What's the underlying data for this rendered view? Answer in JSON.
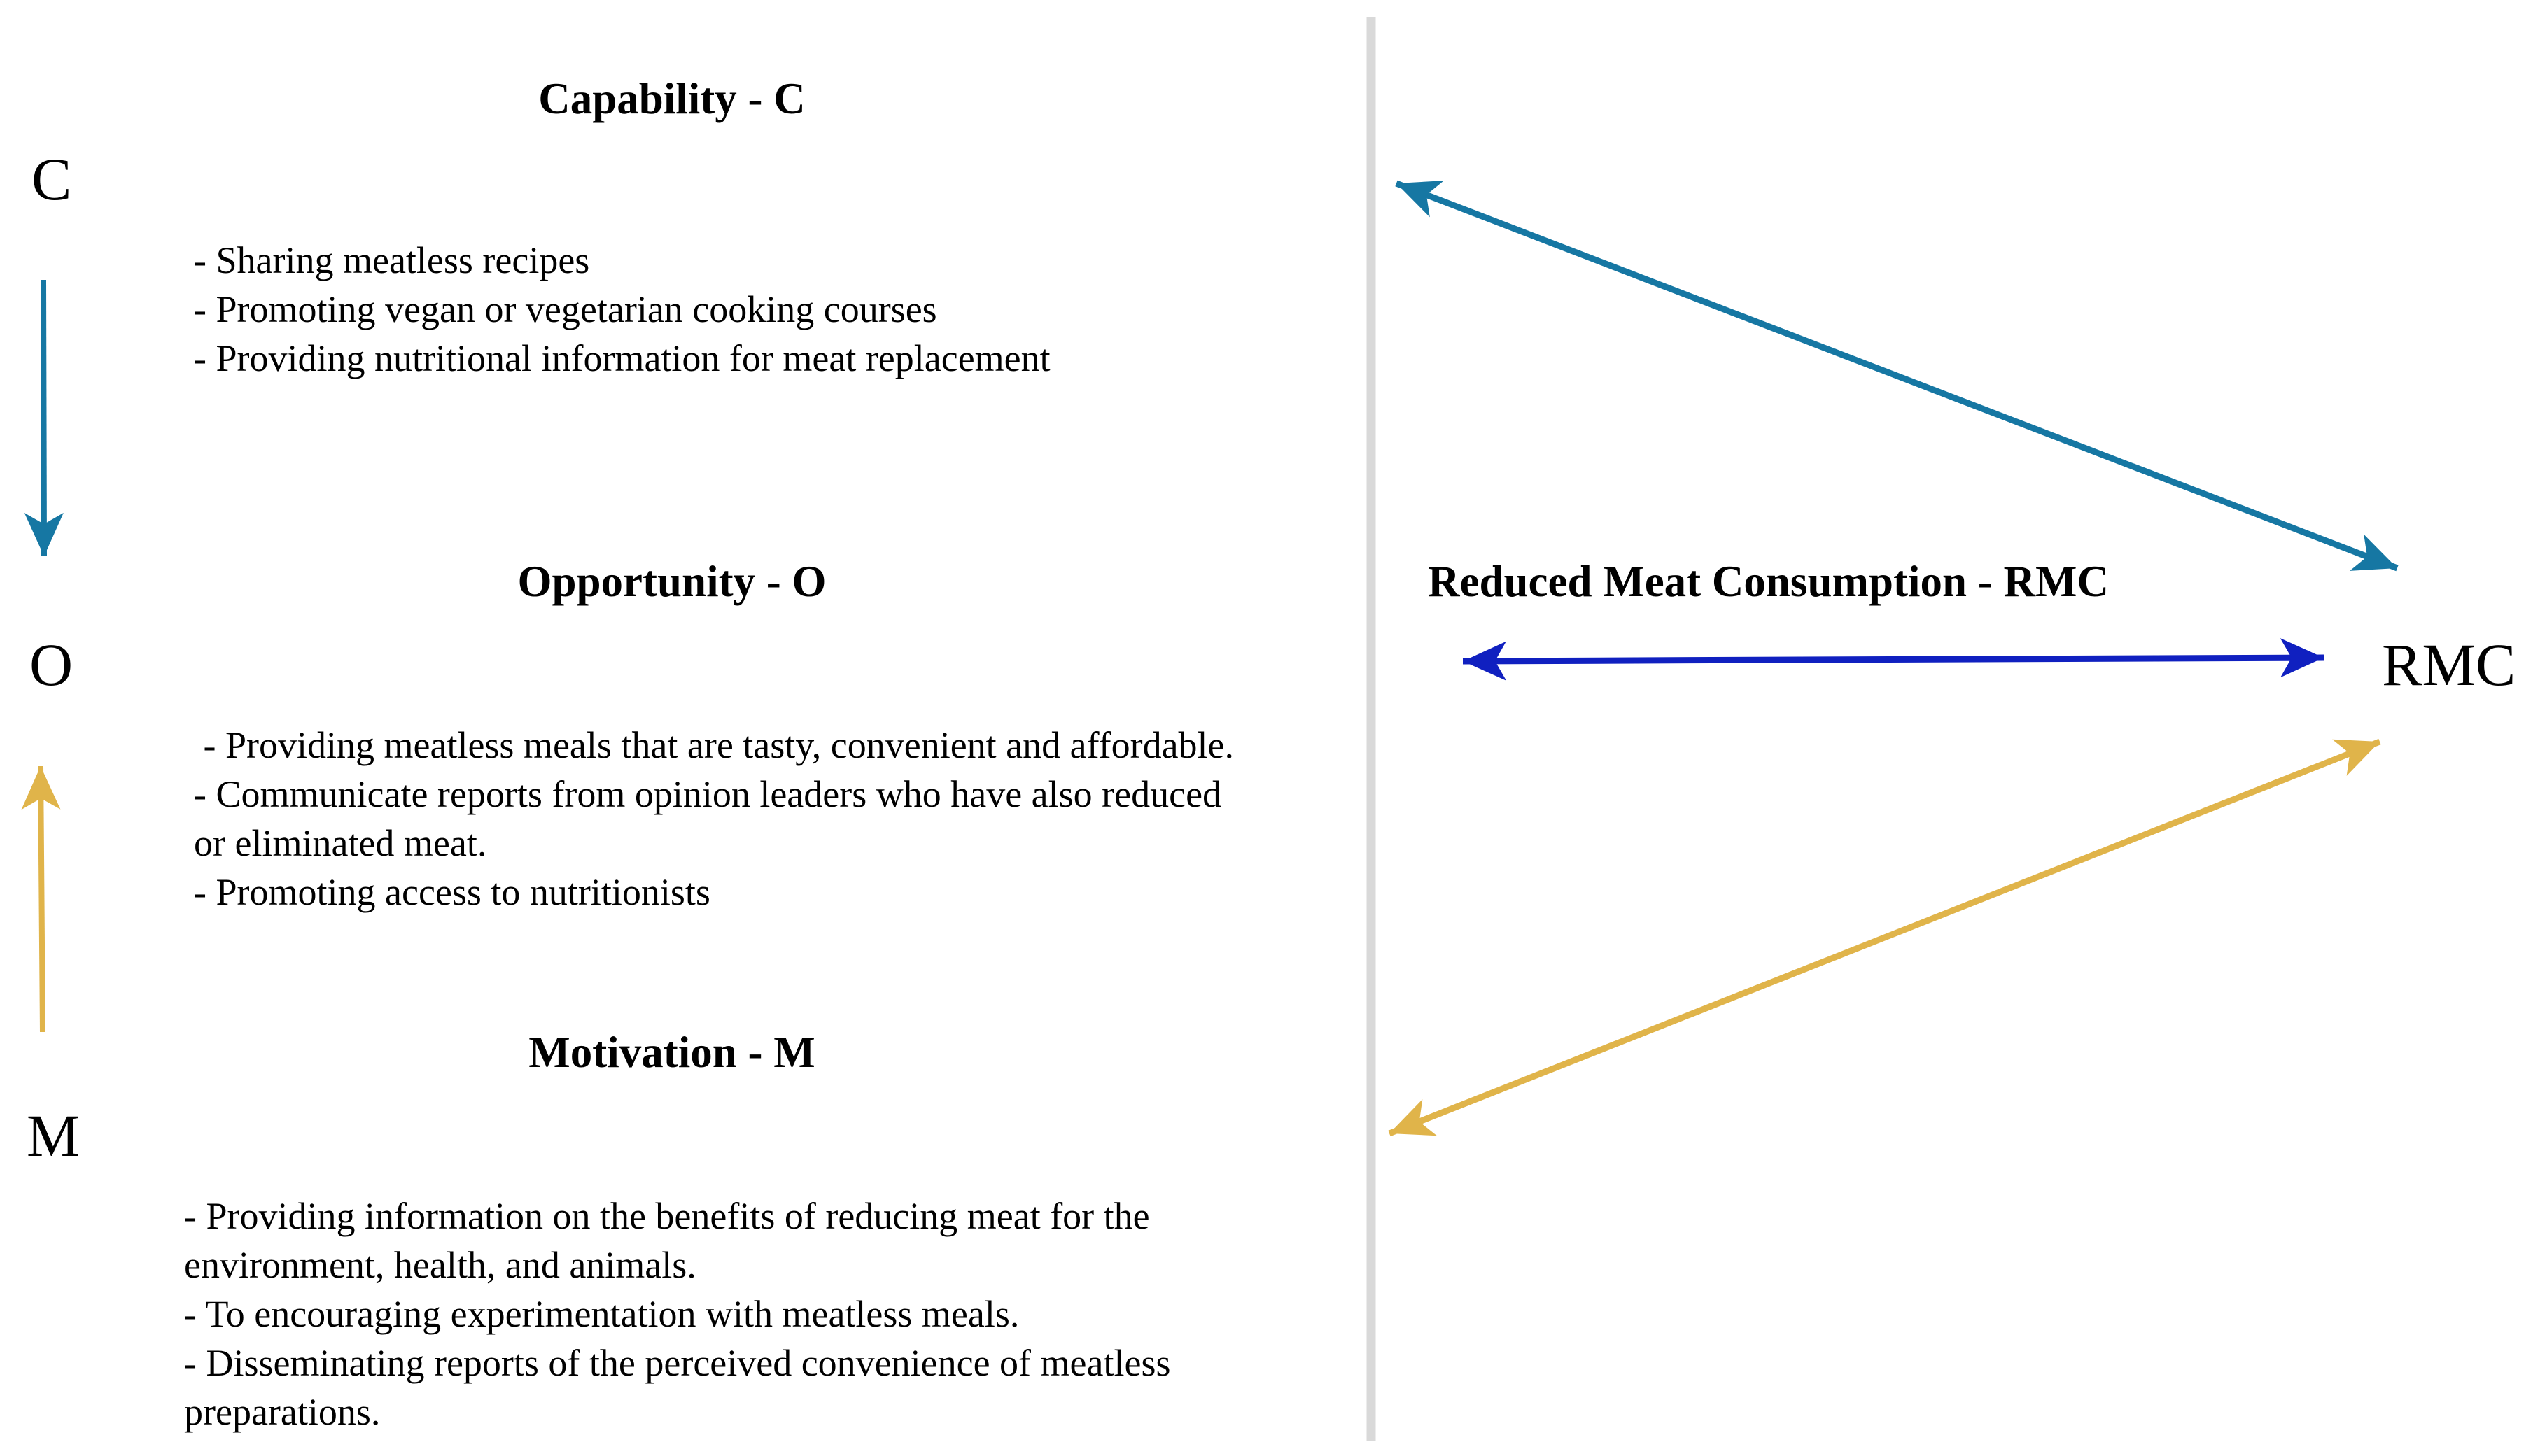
{
  "colors": {
    "capability": "#1677a3",
    "motivation": "#e0b44a",
    "rmc": "#1020c0",
    "divider": "#d9d9d9"
  },
  "letters": {
    "c": "C",
    "o": "O",
    "m": "M",
    "rmc": "RMC"
  },
  "capability": {
    "title": "Capability - C",
    "lines": [
      "- Sharing meatless recipes",
      "- Promoting vegan or vegetarian cooking courses",
      "- Providing nutritional information for meat replacement"
    ]
  },
  "opportunity": {
    "title": "Opportunity - O",
    "lines": [
      " - Providing meatless meals that are tasty, convenient and affordable.",
      "- Communicate reports from opinion leaders who have also reduced",
      "or eliminated meat.",
      "- Promoting access to nutritionists"
    ]
  },
  "motivation": {
    "title": "Motivation - M",
    "lines": [
      "- Providing information on the benefits of reducing meat for the",
      "environment, health, and animals.",
      "- To encouraging experimentation with meatless meals.",
      "- Disseminating reports of the perceived convenience of meatless",
      "preparations."
    ]
  },
  "rmc": {
    "title": "Reduced Meat Consumption - RMC"
  }
}
